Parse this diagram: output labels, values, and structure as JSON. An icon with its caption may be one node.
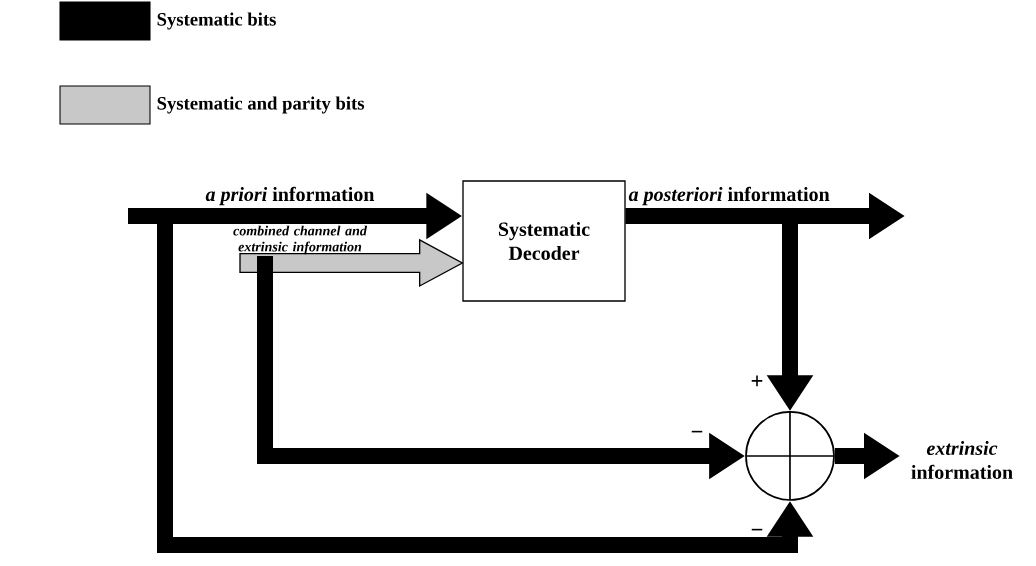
{
  "diagram": {
    "nodes": [
      {
        "text": [
          "Systematic Decoder"
        ]
      },
      {
        "text": [],
        "shape": "circle"
      }
    ],
    "edges": [
      {
        "from": null,
        "to": 0,
        "arrow": "to",
        "label": "*a priori* information"
      },
      {
        "from": null,
        "to": 0,
        "arrow": "to",
        "label": "combined channel and extrinsic information",
        "color": "#c8c8c8"
      },
      {
        "from": 0,
        "to": null,
        "arrow": "to",
        "label": "*a posteriori* information"
      },
      {
        "from": 0,
        "to": 1,
        "arrow": "to"
      },
      {
        "from": null,
        "to": 1,
        "arrow": "to"
      },
      {
        "from": null,
        "to": 1,
        "arrow": "to"
      },
      {
        "from": 1,
        "to": null,
        "arrow": "to",
        "label": "*extrinsic* information"
      }
    ],
    "labels": [
      "+",
      "−",
      "−"
    ],
    "legend": [
      {
        "text": "Systematic bits",
        "color": "#000000"
      },
      {
        "text": "Systematic and parity bits",
        "color": "#c8c8c8"
      }
    ]
  }
}
